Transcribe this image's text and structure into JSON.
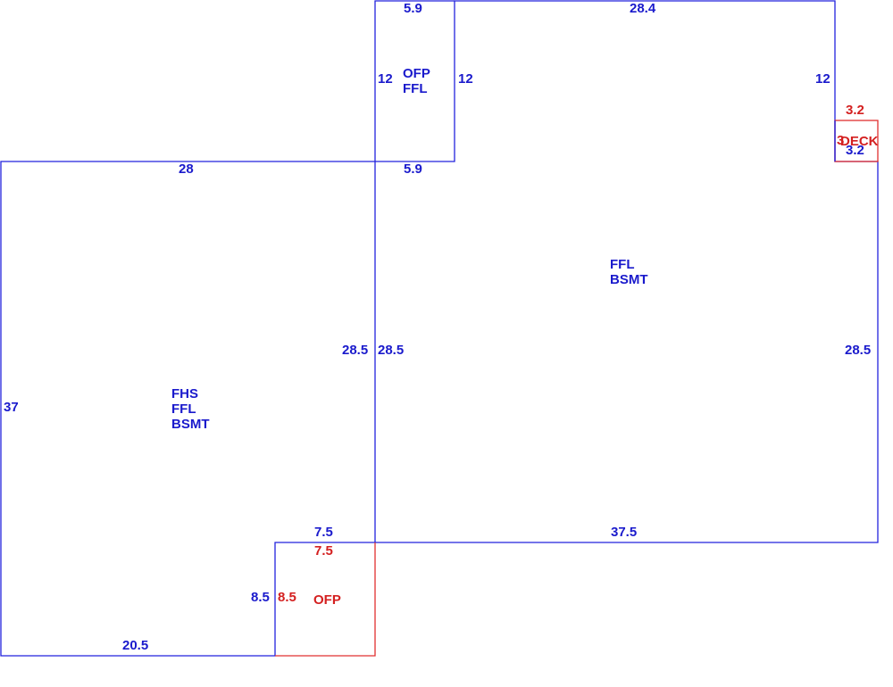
{
  "colors": {
    "main": "#1a1acc",
    "accent": "#d42020"
  },
  "areas": {
    "main_house": {
      "lines": [
        "FHS",
        "FFL",
        "BSMT"
      ]
    },
    "addition": {
      "lines": [
        "FFL",
        "BSMT"
      ]
    },
    "porch_top": {
      "lines": [
        "OFP",
        "FFL"
      ]
    },
    "porch_bottom": {
      "label": "OFP"
    },
    "deck": {
      "label": "DECK",
      "leading_char": "3"
    }
  },
  "dims": {
    "main_top": "28",
    "main_left": "37",
    "main_right": "28.5",
    "main_bottom": "20.5",
    "addition_left": "28.5",
    "addition_right": "28.5",
    "addition_top": "28.4",
    "addition_right_upper": "12",
    "addition_bottom_main": "37.5",
    "porch_top_top": "5.9",
    "porch_top_bottom": "5.9",
    "porch_top_left": "12",
    "porch_top_right": "12",
    "deck_top": "3.2",
    "deck_bottom": "3.2",
    "porch_bottom_blue_top": "7.5",
    "porch_bottom_blue_left": "8.5",
    "porch_bottom_red_top": "7.5",
    "porch_bottom_red_left": "8.5"
  }
}
